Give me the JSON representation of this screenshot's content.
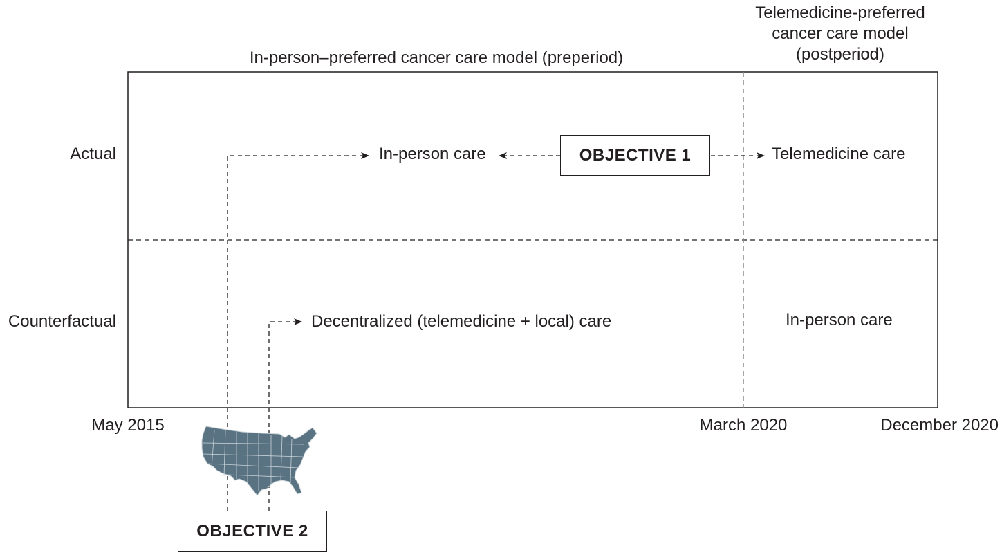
{
  "headers": {
    "preperiod": "In-person–preferred cancer care model (preperiod)",
    "postperiod_line1": "Telemedicine-preferred",
    "postperiod_line2": "cancer care model",
    "postperiod_line3": "(postperiod)"
  },
  "rows": {
    "actual": "Actual",
    "counterfactual": "Counterfactual"
  },
  "cells": {
    "actual_pre": "In-person care",
    "actual_post": "Telemedicine care",
    "counterfactual_pre": "Decentralized (telemedicine + local) care",
    "counterfactual_post": "In-person care"
  },
  "objectives": {
    "objective1": "OBJECTIVE 1",
    "objective2": "OBJECTIVE 2"
  },
  "timeline": {
    "start": "May 2015",
    "middle": "March 2020",
    "end": "December 2020"
  },
  "colors": {
    "text": "#231f20",
    "frame": "#231f20",
    "divider": "#8a8a8a",
    "map_fill": "#5a7383",
    "map_border": "#c9d3d8"
  },
  "icons": {
    "map": "us-map-icon"
  }
}
